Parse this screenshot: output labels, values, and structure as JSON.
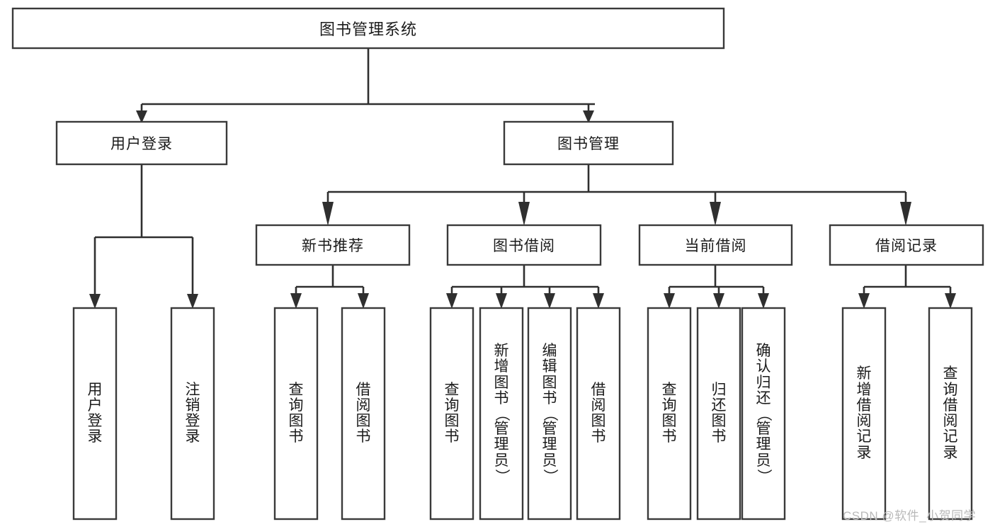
{
  "diagram": {
    "type": "tree",
    "title": "图书管理系统",
    "orientation": "top-down",
    "watermark": "CSDN @软件_小贺同学",
    "colors": {
      "box_fill": "#ffffff",
      "box_stroke": "#3a3a3a",
      "connector": "#2f2f2f",
      "text": "#1b1b1b",
      "watermark": "#b9b9b9",
      "background": "#ffffff"
    },
    "nodes": {
      "root": {
        "label": "图书管理系统"
      },
      "level1": [
        {
          "label": "用户登录"
        },
        {
          "label": "图书管理"
        }
      ],
      "level2": [
        {
          "label": "新书推荐"
        },
        {
          "label": "图书借阅"
        },
        {
          "label": "当前借阅"
        },
        {
          "label": "借阅记录"
        }
      ],
      "leaves": {
        "user_login": [
          {
            "label": "用户登录"
          },
          {
            "label": "注销登录"
          }
        ],
        "new_book_recommend": [
          {
            "label": "查询图书"
          },
          {
            "label": "借阅图书"
          }
        ],
        "book_borrow": [
          {
            "label": "查询图书"
          },
          {
            "label": "新增图书（管理员）"
          },
          {
            "label": "编辑图书（管理员）"
          },
          {
            "label": "借阅图书"
          }
        ],
        "current_borrow": [
          {
            "label": "查询图书"
          },
          {
            "label": "归还图书"
          },
          {
            "label": "确认归还（管理员）"
          }
        ],
        "borrow_record": [
          {
            "label": "新增借阅记录"
          },
          {
            "label": "查询借阅记录"
          }
        ]
      }
    }
  }
}
